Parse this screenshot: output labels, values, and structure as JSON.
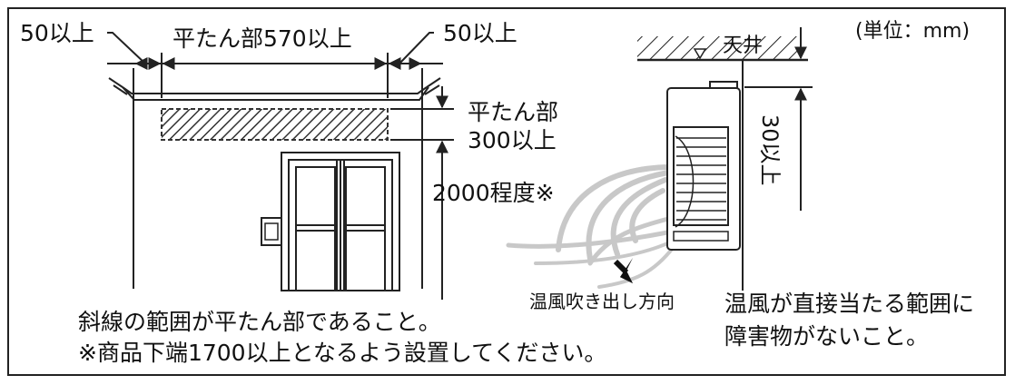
{
  "labels": {
    "margin_left": "50以上",
    "flat_width": "平たん部570以上",
    "margin_right": "50以上",
    "unit": "(単位：mm)",
    "flat_part": "平たん部",
    "flat_depth": "300以上",
    "height": "2000程度※",
    "ceiling": "天井",
    "wall_gap": "30以上",
    "airflow_direction": "温風吹き出し方向",
    "clearance_line1": "温風が直接当たる範囲に",
    "clearance_line2": "障害物がないこと。",
    "note_line1": "斜線の範囲が平たん部であること。",
    "note_line2": "※商品下端1700以上となるよう設置してください。"
  },
  "colors": {
    "line": "#222222",
    "hatch": "#333333",
    "airflow": "#c8c8c8"
  }
}
